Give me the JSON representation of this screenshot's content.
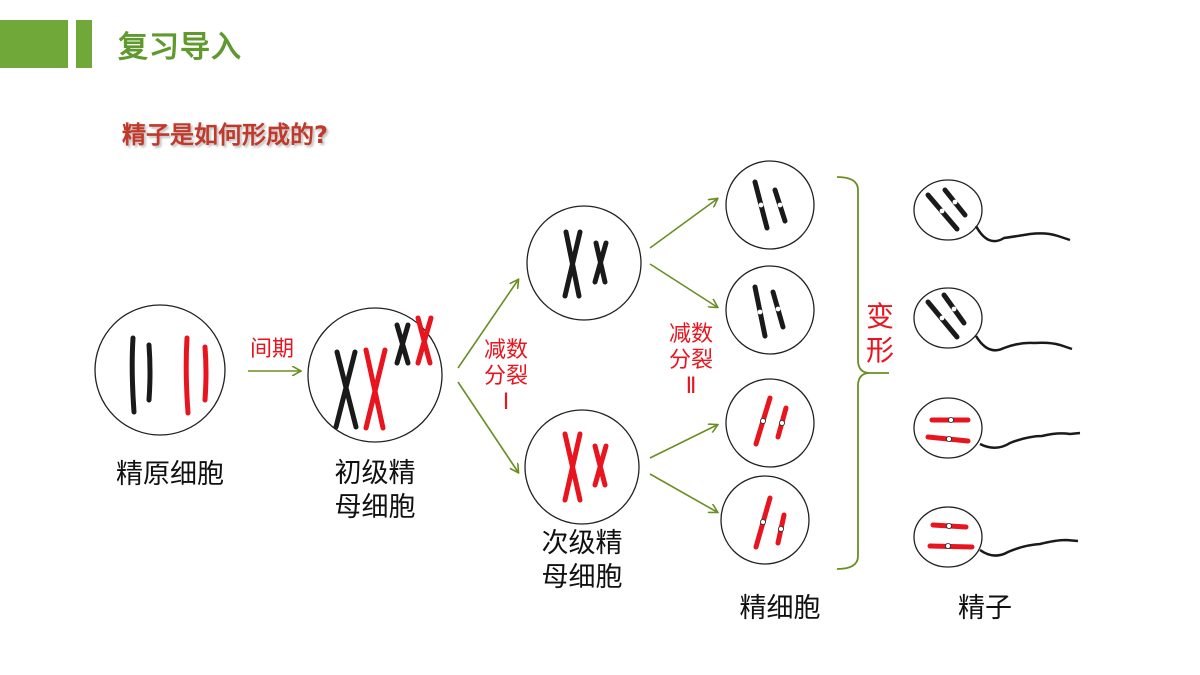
{
  "header": {
    "title": "复习导入"
  },
  "question": "精子是如何形成的?",
  "labels": {
    "spermatogonium": "精原细胞",
    "primary_line1": "初级精",
    "primary_line2": "母细胞",
    "secondary_line1": "次级精",
    "secondary_line2": "母细胞",
    "spermatid": "精细胞",
    "sperm": "精子"
  },
  "stages": {
    "interphase": "间期",
    "meiosis1_line1": "减数",
    "meiosis1_line2": "分裂",
    "meiosis1_numeral": "Ⅰ",
    "meiosis2_line1": "减数",
    "meiosis2_line2": "分裂",
    "meiosis2_numeral": "Ⅱ",
    "transform_line1": "变",
    "transform_line2": "形"
  },
  "colors": {
    "accent": "#70a83a",
    "arrow": "#6b8e23",
    "chromosome_red": "#e8141e",
    "chromosome_black": "#1a1a1a"
  }
}
